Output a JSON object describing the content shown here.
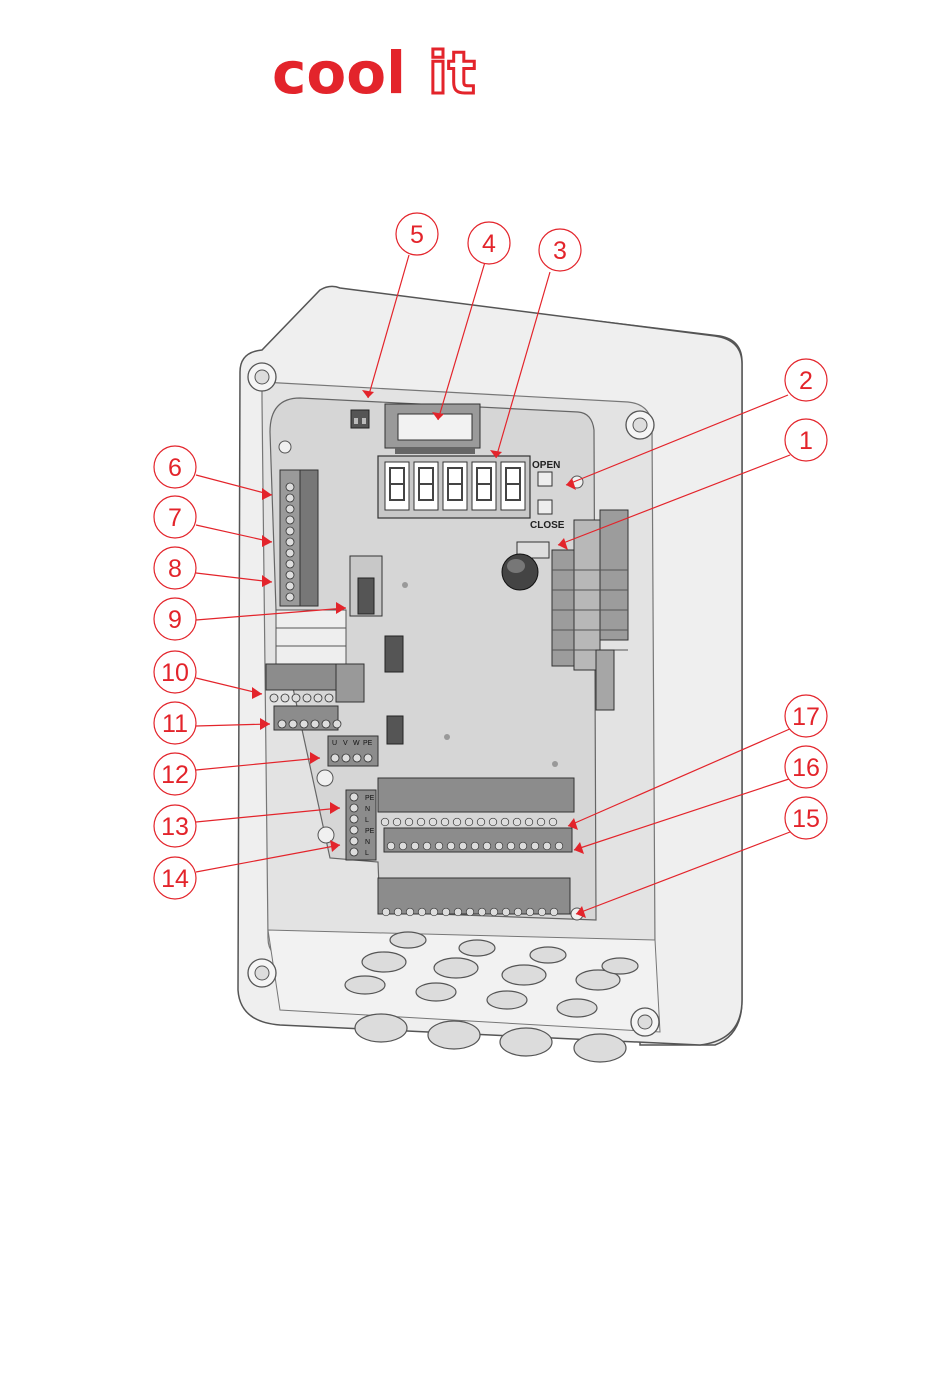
{
  "brand": {
    "logo_text_a": "cool",
    "logo_text_b": "it",
    "color": "#e3242b"
  },
  "board_labels": {
    "open": "OPEN",
    "close": "CLOSE"
  },
  "motor_terminal_labels": [
    "U",
    "V",
    "W",
    "PE"
  ],
  "mains_terminal_labels": [
    "PE",
    "N",
    "L",
    "PE",
    "N",
    "L"
  ],
  "callouts": [
    {
      "id": "1",
      "label": "1"
    },
    {
      "id": "2",
      "label": "2"
    },
    {
      "id": "3",
      "label": "3"
    },
    {
      "id": "4",
      "label": "4"
    },
    {
      "id": "5",
      "label": "5"
    },
    {
      "id": "6",
      "label": "6"
    },
    {
      "id": "7",
      "label": "7"
    },
    {
      "id": "8",
      "label": "8"
    },
    {
      "id": "9",
      "label": "9"
    },
    {
      "id": "10",
      "label": "10"
    },
    {
      "id": "11",
      "label": "11"
    },
    {
      "id": "12",
      "label": "12"
    },
    {
      "id": "13",
      "label": "13"
    },
    {
      "id": "14",
      "label": "14"
    },
    {
      "id": "15",
      "label": "15"
    },
    {
      "id": "16",
      "label": "16"
    },
    {
      "id": "17",
      "label": "17"
    }
  ],
  "colors": {
    "accent": "#e3242b",
    "enclosure": "#efefef",
    "board": "#d6d6d6",
    "terminal": "#8a8a8a"
  }
}
